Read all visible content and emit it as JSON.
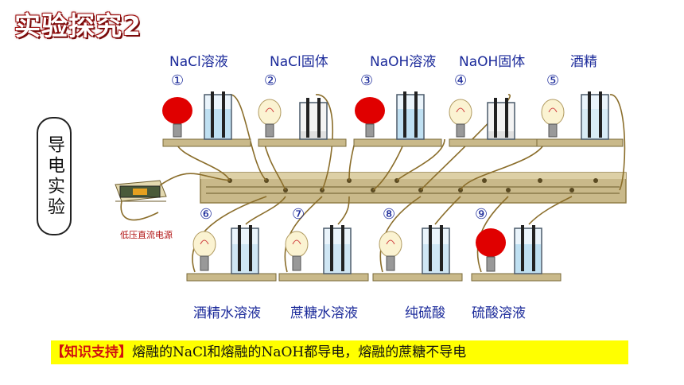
{
  "slide": {
    "title": "实验探究2",
    "side_badge": "导电实验",
    "footer_highlight": "【知识支持】",
    "footer_text": "熔融的NaCl和熔融的NaOH都导电，熔融的蔗糖不导电"
  },
  "diagram": {
    "power_label": "低压直流电源",
    "stations_top": [
      {
        "num": "①",
        "label": "NaCl溶液",
        "lit": true
      },
      {
        "num": "②",
        "label": "NaCl固体",
        "lit": false
      },
      {
        "num": "③",
        "label": "NaOH溶液",
        "lit": true
      },
      {
        "num": "④",
        "label": "NaOH固体",
        "lit": false
      },
      {
        "num": "⑤",
        "label": "酒精",
        "lit": false
      }
    ],
    "stations_bottom": [
      {
        "num": "⑥",
        "label": "酒精水溶液",
        "lit": false
      },
      {
        "num": "⑦",
        "label": "蔗糖水溶液",
        "lit": false
      },
      {
        "num": "⑧",
        "label": "纯硫酸",
        "lit": false
      },
      {
        "num": "⑨",
        "label": "硫酸溶液",
        "lit": true
      }
    ]
  },
  "colors": {
    "title_red": "#c81414",
    "label_blue": "#1b2a9a",
    "lit_red": "#e00000",
    "footer_bg": "#ffff00"
  }
}
